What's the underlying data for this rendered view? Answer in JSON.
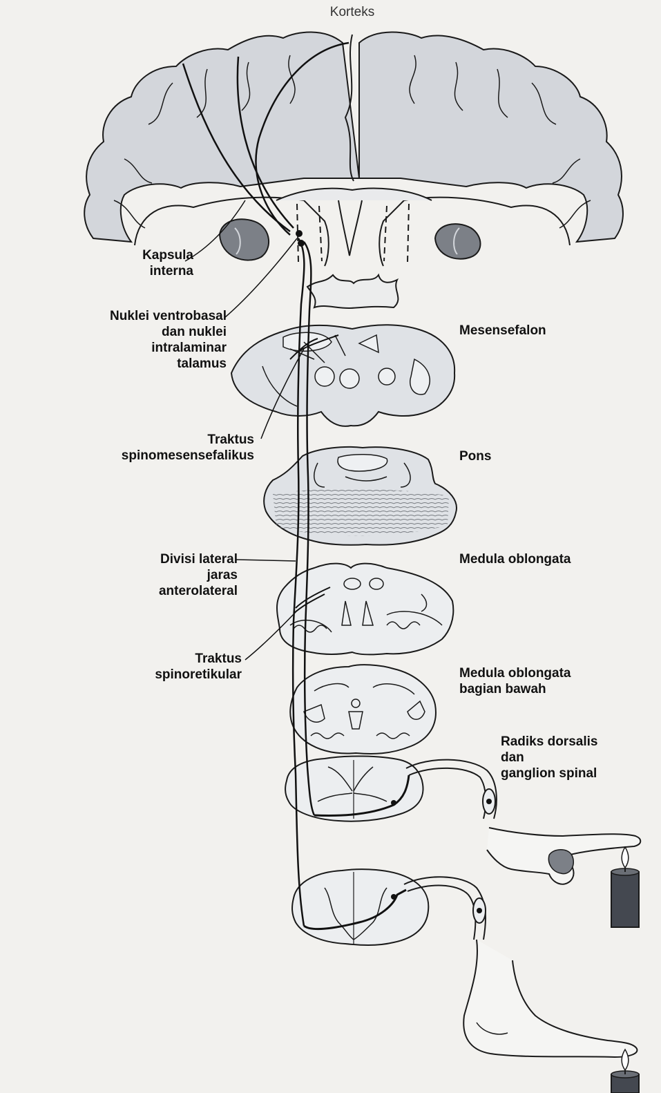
{
  "labels": {
    "korteks": "Korteks",
    "kapsula_interna": [
      "Kapsula",
      "interna"
    ],
    "nuklei": [
      "Nuklei ventrobasal",
      "dan nuklei",
      "intralaminar",
      "talamus"
    ],
    "mesensefalon": "Mesensefalon",
    "traktus_spinomesensefalikus": [
      "Traktus",
      "spinomesensefalikus"
    ],
    "pons": "Pons",
    "divisi_lateral": [
      "Divisi lateral",
      "jaras",
      "anterolateral"
    ],
    "medula_oblongata": "Medula oblongata",
    "traktus_spinoretikular": [
      "Traktus",
      "spinoretikular"
    ],
    "medula_oblongata_bawah": [
      "Medula oblongata",
      "bagian bawah"
    ],
    "radiks_dorsalis": [
      "Radiks dorsalis",
      "dan",
      "ganglion spinal"
    ]
  },
  "colors": {
    "background": "#f2f1ee",
    "tissue_fill": "#d4d7dc",
    "section_fill": "#dfe2e6",
    "outline": "#1a1a1a",
    "fiber": "#111111",
    "candle": "#444850"
  }
}
